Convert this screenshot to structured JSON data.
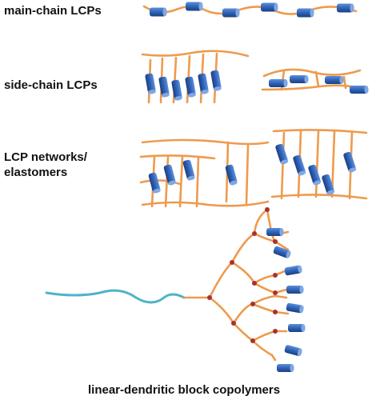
{
  "labels": {
    "main_chain": "main-chain LCPs",
    "side_chain": "side-chain LCPs",
    "networks_line1": "LCP networks/",
    "networks_line2": "elastomers",
    "dendritic": "linear-dendritic block copolymers"
  },
  "colors": {
    "chain": "#ee9a4d",
    "mesogen": "#2f63b8",
    "linear_block": "#4fb3c8",
    "branch_point": "#a8322d"
  }
}
